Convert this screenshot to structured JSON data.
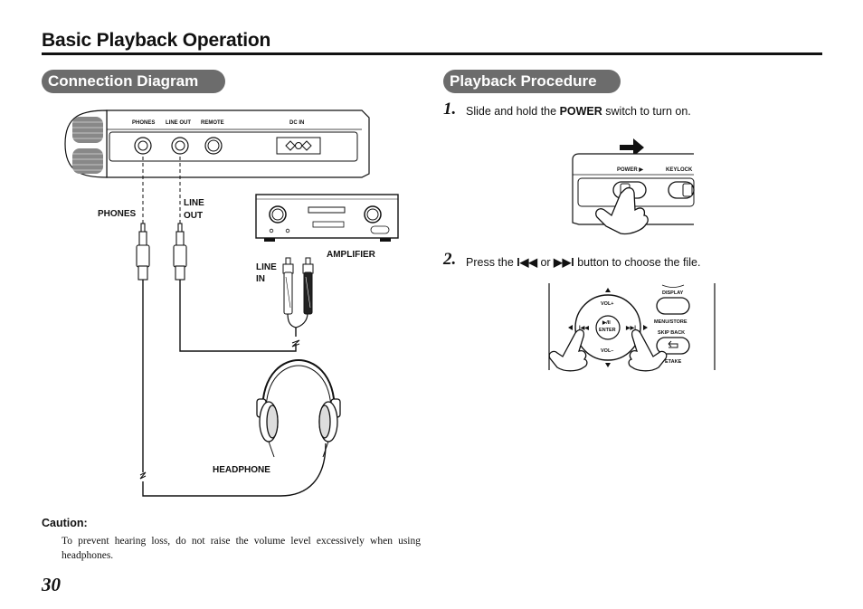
{
  "page": {
    "title": "Basic Playback Operation",
    "page_number": "30"
  },
  "connection": {
    "heading": "Connection Diagram",
    "recorder_labels": {
      "phones": "PHONES",
      "line_out": "LINE OUT",
      "remote": "REMOTE",
      "dc_in": "DC IN"
    },
    "phones_label": "PHONES",
    "line_out_label_1": "LINE",
    "line_out_label_2": "OUT",
    "amplifier_label": "AMPLIFIER",
    "line_in_label_1": "LINE",
    "line_in_label_2": "IN",
    "headphone_label": "HEADPHONE"
  },
  "playback": {
    "heading": "Playback Procedure",
    "step1": {
      "num": "1.",
      "text_before": "Slide and hold the ",
      "bold": "POWER",
      "text_after": " switch to turn on."
    },
    "step2": {
      "num": "2.",
      "text_before": "Press the ",
      "btn_prev": "I◀◀",
      "text_mid": " or ",
      "btn_next": "▶▶I",
      "text_after": " button to choose the file."
    },
    "power_panel": {
      "power_label": "POWER ▶",
      "keylock_label": "KEYLOCK"
    },
    "control_panel": {
      "vol_plus": "VOL+",
      "vol_minus": "VOL–",
      "play_pause": "▶/II",
      "enter": "ENTER",
      "display": "DISPLAY",
      "menu_store": "MENU/STORE",
      "skip_back": "SKIP BACK",
      "retake": "ETAKE"
    }
  },
  "caution": {
    "heading": "Caution:",
    "text": "To prevent hearing loss, do not raise the volume level excessively when using headphones."
  }
}
